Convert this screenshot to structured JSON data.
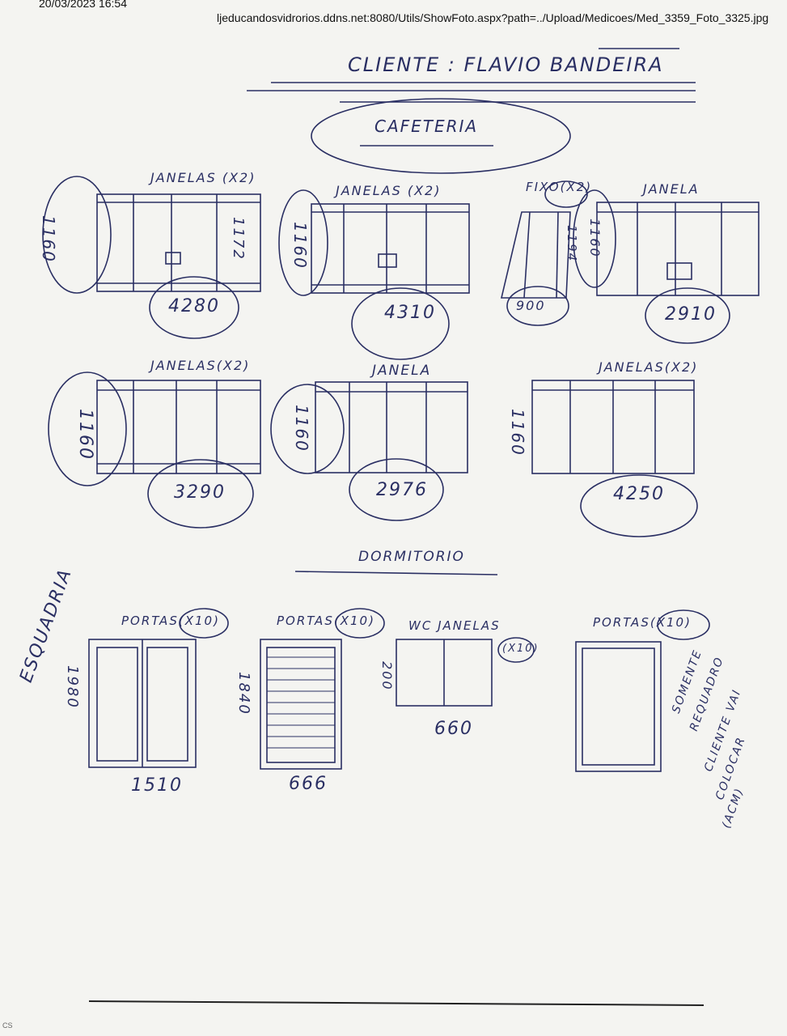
{
  "header": {
    "date": "20/03/2023 16:54",
    "url": "ljeducandosvidrorios.ddns.net:8080/Utils/ShowFoto.aspx?path=../Upload/Medicoes/Med_3359_Foto_3325.jpg"
  },
  "sheet": {
    "client": "CLIENTE : FLAVIO BANDEIRA",
    "section1": "CAFETERIA",
    "section2": "DORMITORIO",
    "windows_row1": [
      {
        "label": "JANELAS",
        "qty": "X2",
        "height": "1160",
        "height2": "1172",
        "width": "4280"
      },
      {
        "label": "JANELAS",
        "qty": "X2",
        "height": "1160",
        "width": "4310"
      },
      {
        "label": "FIXO",
        "qty": "X2",
        "height": "1194",
        "width": "900"
      },
      {
        "label": "JANELA",
        "height": "1160",
        "width": "2910"
      }
    ],
    "windows_row2": [
      {
        "label": "JANELAS",
        "qty": "X2",
        "height": "1160",
        "width": "3290"
      },
      {
        "label": "JANELA",
        "height": "1160",
        "width": "2976"
      },
      {
        "label": "JANELAS",
        "qty": "X2",
        "height": "1160",
        "width": "4250"
      }
    ],
    "row3": [
      {
        "label": "PORTAS",
        "qty": "X10",
        "height": "1980",
        "width": "1510",
        "side_note": "ESQUADRIA"
      },
      {
        "label": "PORTAS",
        "qty": "X10",
        "height": "1840",
        "width": "666"
      },
      {
        "label": "WC JANELAS",
        "qty": "X10",
        "height": "200",
        "width": "660"
      },
      {
        "label": "PORTAS",
        "qty": "X10",
        "note": [
          "SOMENTE",
          "REQUADRO",
          "CLIENTE VAI",
          "COLOCAR",
          "(ACM)"
        ]
      }
    ],
    "footer": "CS"
  },
  "colors": {
    "ink": "#2a2f63",
    "paper": "#f4f4f1"
  }
}
